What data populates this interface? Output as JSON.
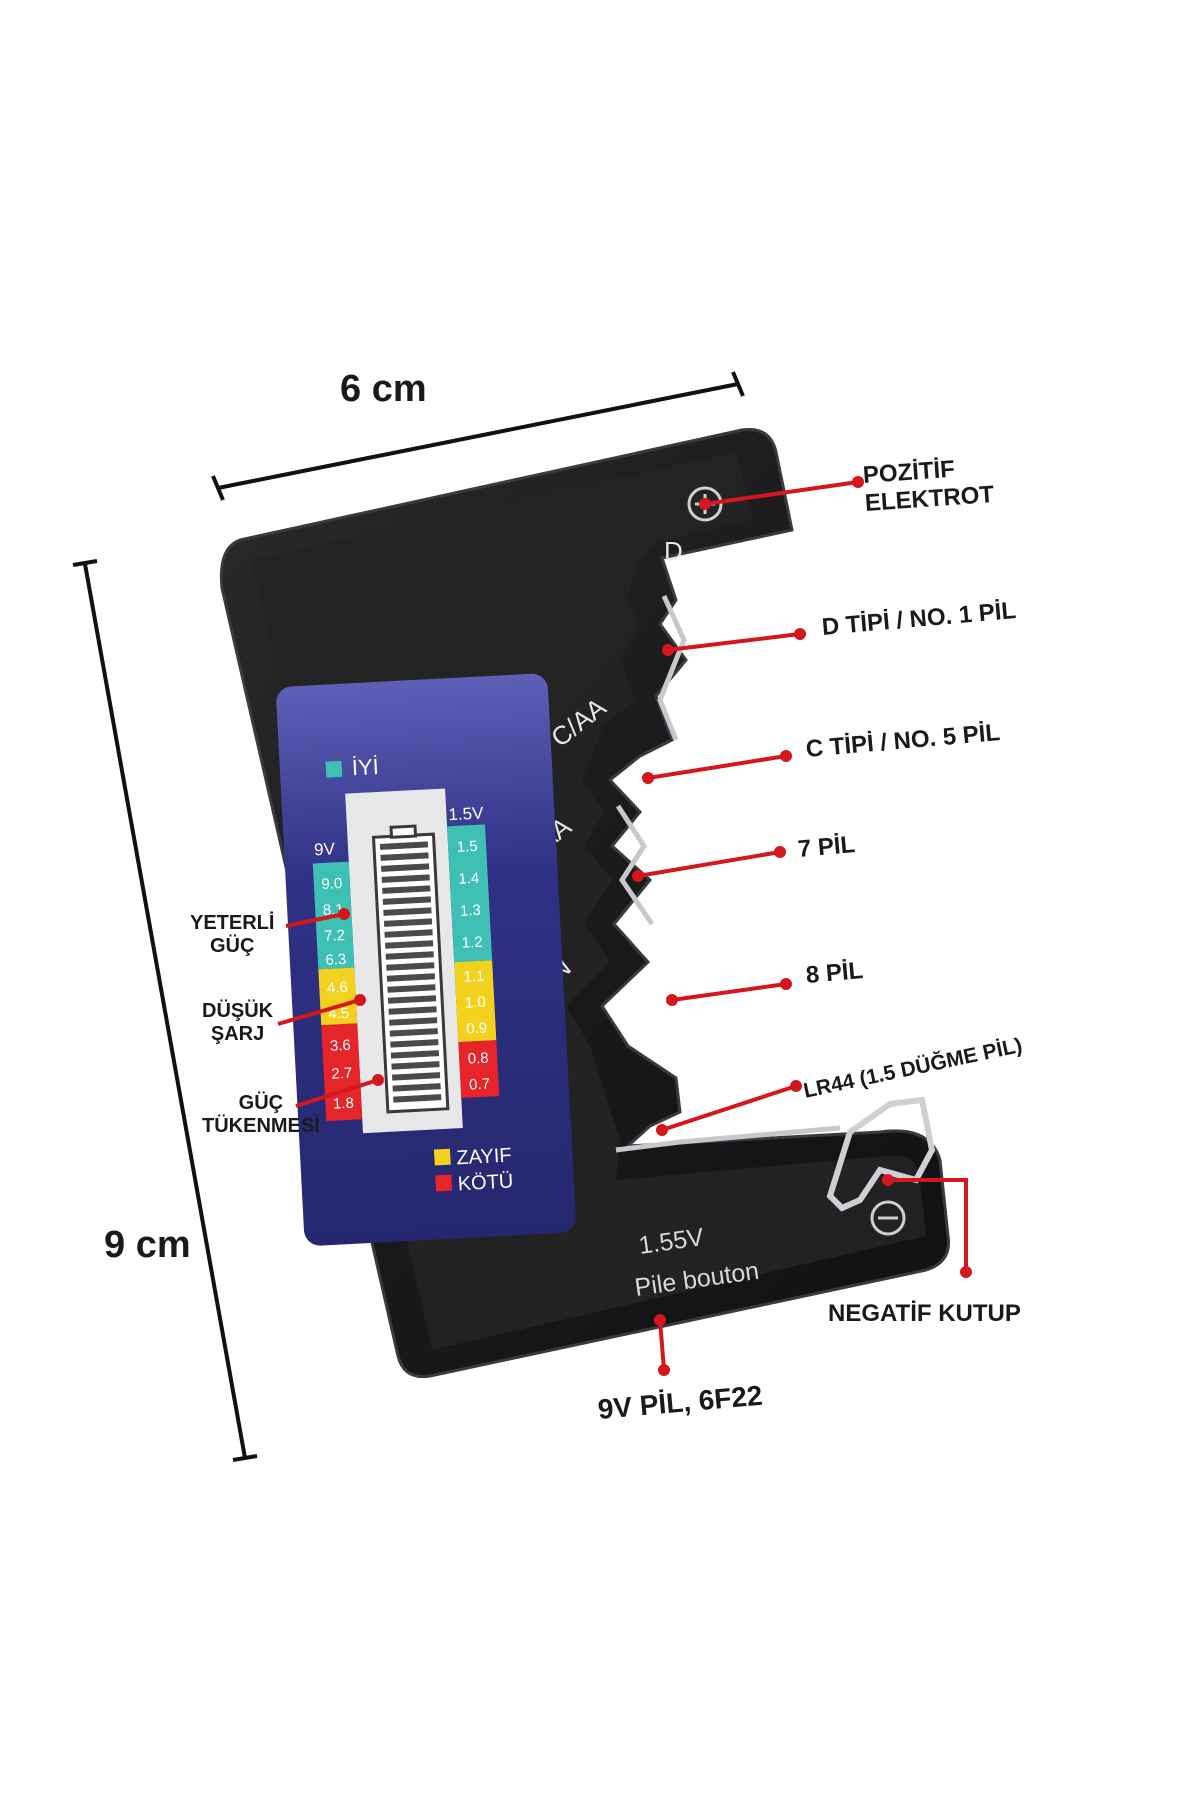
{
  "dimensions": {
    "width": "6 cm",
    "height": "9 cm"
  },
  "device": {
    "marks": {
      "positive": "D",
      "c_aa": "C/AA",
      "aaa": "AAA",
      "n": "N"
    },
    "bottom_text": {
      "voltage": "1.55V",
      "name": "Pile bouton"
    },
    "scale": {
      "good": "İYİ",
      "weak": "ZAYIF",
      "bad": "KÖTÜ",
      "left_header": "9V",
      "right_header": "1.5V",
      "left_values": [
        "9.0",
        "8.1",
        "7.2",
        "6.3",
        "4.6",
        "4.5",
        "3.6",
        "2.7",
        "1.8"
      ],
      "right_values": [
        "1.5",
        "1.4",
        "1.3",
        "1.2",
        "1.1",
        "1.0",
        "0.9",
        "0.8",
        "0.7"
      ]
    }
  },
  "callouts": {
    "positive": [
      "POZİTİF",
      "ELEKTROT"
    ],
    "d_type": "D TİPİ / NO. 1 PİL",
    "c_type": "C TİPİ / NO. 5 PİL",
    "pil7": "7 PİL",
    "pil8": "8 PİL",
    "lr44": "LR44 (1.5 DÜĞME PİL)",
    "negative": "NEGATİF KUTUP",
    "ninev": "9V PİL, 6F22",
    "sufficient": [
      "YETERLİ",
      "GÜÇ"
    ],
    "low": [
      "DÜŞÜK",
      "ŞARJ"
    ],
    "depleted": [
      "GÜÇ",
      "TÜKENMESİ"
    ]
  },
  "colors": {
    "body": "#1b1b1d",
    "panel": "#2e2f7a",
    "good": "#3fc0b4",
    "weak": "#f3d21f",
    "bad": "#e5252a",
    "callout_line": "#d4161d"
  }
}
